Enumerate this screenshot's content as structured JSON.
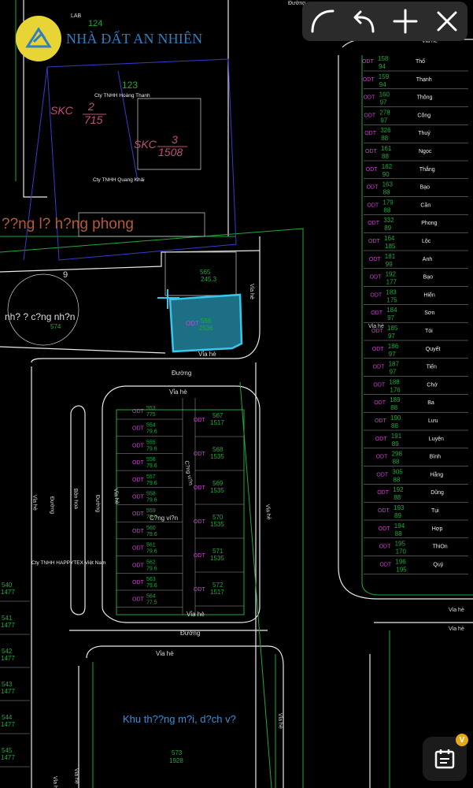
{
  "brand": {
    "name": "NHÀ ĐẤT AN NHIÊN"
  },
  "toolbar": {
    "curve_icon": "curve-tool-icon",
    "undo_icon": "undo-icon",
    "add_icon": "plus-icon",
    "close_icon": "close-icon"
  },
  "fab": {
    "icon": "calendar-note-icon",
    "badge": "V"
  },
  "colors": {
    "highlight": "#2aa9c9",
    "road_white": "#e9e9e9",
    "green_line": "#1faa3a",
    "magenta": "#cc44cc",
    "blue_line": "#3a3ad0"
  },
  "map": {
    "top_labels": {
      "lab": "LAB",
      "lot_124": "124",
      "company_hoang_thanh": "Cty TNHH Hoàng Thanh",
      "lot_123": "123",
      "skc_left": "SKC",
      "skc_left_num": "2",
      "skc_left_area": "715",
      "skc_right": "SKC",
      "skc_right_num": "3",
      "skc_right_area": "1508",
      "company_quang_khai": "Cty TNHH Quang Khải",
      "street_main": "??ng l? h?ng phong",
      "road_9": "9",
      "zone_label": "nh? ? c?ng nh?n",
      "zone_num": "574",
      "lot_565": "565",
      "lot_565_area": "245.3",
      "lot_566_type": "ODT",
      "lot_566": "566",
      "lot_566_area": "2536",
      "via_he": "Vỉa hè",
      "duong": "Đường",
      "park_label": "C?ng vi?n",
      "company_happytex": "Cty TNHH HAPPYTEX Việt Nam",
      "commercial_zone": "Khu th??ng m?i, d?ch v?",
      "commercial_num": "573",
      "commercial_area": "1928",
      "vuon_hoa": "Bồn hoa",
      "top_road_label": "Đường"
    },
    "right_block": [
      {
        "type": "ODT",
        "num": "158",
        "area": "94",
        "name": "Thố"
      },
      {
        "type": "ODT",
        "num": "159",
        "area": "94",
        "name": "Thạnh"
      },
      {
        "type": "ODT",
        "num": "160",
        "area": "97",
        "name": "Thông"
      },
      {
        "type": "ODT",
        "num": "278",
        "area": "97",
        "name": "Công"
      },
      {
        "type": "ODT",
        "num": "326",
        "area": "88",
        "name": "Thuỷ"
      },
      {
        "type": "ODT",
        "num": "161",
        "area": "88",
        "name": "Ngọc"
      },
      {
        "type": "ODT",
        "num": "162",
        "area": "90",
        "name": "Thắng"
      },
      {
        "type": "ODT",
        "num": "163",
        "area": "88",
        "name": "Bạo"
      },
      {
        "type": "ODT",
        "num": "179",
        "area": "88",
        "name": "Cần"
      },
      {
        "type": "ODT",
        "num": "332",
        "area": "89",
        "name": "Phong"
      },
      {
        "type": "ODT",
        "num": "164",
        "area": "185",
        "name": "Lộc"
      },
      {
        "type": "ODT",
        "num": "181",
        "area": "99",
        "name": "Anh"
      },
      {
        "type": "ODT",
        "num": "192",
        "area": "177",
        "name": "Bạo"
      },
      {
        "type": "ODT",
        "num": "183",
        "area": "175",
        "name": "Hiển"
      },
      {
        "type": "ODT",
        "num": "184",
        "area": "97",
        "name": "Sơn"
      },
      {
        "type": "ODT",
        "num": "185",
        "area": "97",
        "name": "Tỏi"
      },
      {
        "type": "ODT",
        "num": "186",
        "area": "97",
        "name": "Quyết"
      },
      {
        "type": "ODT",
        "num": "187",
        "area": "97",
        "name": "Tiến"
      },
      {
        "type": "ODT",
        "num": "188",
        "area": "176",
        "name": "Chớ"
      },
      {
        "type": "ODT",
        "num": "189",
        "area": "88",
        "name": "Ba"
      },
      {
        "type": "ODT",
        "num": "190",
        "area": "88",
        "name": "Lưu"
      },
      {
        "type": "ODT",
        "num": "191",
        "area": "89",
        "name": "Luyện"
      },
      {
        "type": "ODT",
        "num": "298",
        "area": "88",
        "name": "Bình"
      },
      {
        "type": "ODT",
        "num": "305",
        "area": "88",
        "name": "Hằng"
      },
      {
        "type": "ODT",
        "num": "192",
        "area": "88",
        "name": "Dũng"
      },
      {
        "type": "ODT",
        "num": "193",
        "area": "89",
        "name": "Tụi"
      },
      {
        "type": "ODT",
        "num": "194",
        "area": "88",
        "name": "Hợp"
      },
      {
        "type": "ODT",
        "num": "195",
        "area": "170",
        "name": "ThiOn"
      },
      {
        "type": "ODT",
        "num": "196",
        "area": "195",
        "name": "Quý"
      }
    ],
    "center_block_left": [
      {
        "type": "ODT",
        "num": "553",
        "area": "775"
      },
      {
        "type": "ODT",
        "num": "554",
        "area": "79.6"
      },
      {
        "type": "ODT",
        "num": "555",
        "area": "79.6"
      },
      {
        "type": "ODT",
        "num": "556",
        "area": "79.6"
      },
      {
        "type": "ODT",
        "num": "557",
        "area": "79.6"
      },
      {
        "type": "ODT",
        "num": "558",
        "area": "79.6"
      },
      {
        "type": "ODT",
        "num": "559",
        "area": "79.6"
      },
      {
        "type": "ODT",
        "num": "560",
        "area": "79.6"
      },
      {
        "type": "ODT",
        "num": "561",
        "area": "79.6"
      },
      {
        "type": "ODT",
        "num": "562",
        "area": "79.6"
      },
      {
        "type": "ODT",
        "num": "563",
        "area": "79.6"
      },
      {
        "type": "ODT",
        "num": "564",
        "area": "77.5"
      }
    ],
    "center_block_right": [
      {
        "type": "ODT",
        "num": "567",
        "area": "1517"
      },
      {
        "type": "ODT",
        "num": "568",
        "area": "1535"
      },
      {
        "type": "ODT",
        "num": "569",
        "area": "1535"
      },
      {
        "type": "ODT",
        "num": "570",
        "area": "1535"
      },
      {
        "type": "ODT",
        "num": "571",
        "area": "1535"
      },
      {
        "type": "ODT",
        "num": "572",
        "area": "1517"
      }
    ],
    "left_block": [
      {
        "num": "540",
        "area": "1477"
      },
      {
        "num": "541",
        "area": "1477"
      },
      {
        "num": "542",
        "area": "1477"
      },
      {
        "num": "543",
        "area": "1477"
      },
      {
        "num": "544",
        "area": "1477"
      },
      {
        "num": "545",
        "area": "1477"
      }
    ]
  }
}
